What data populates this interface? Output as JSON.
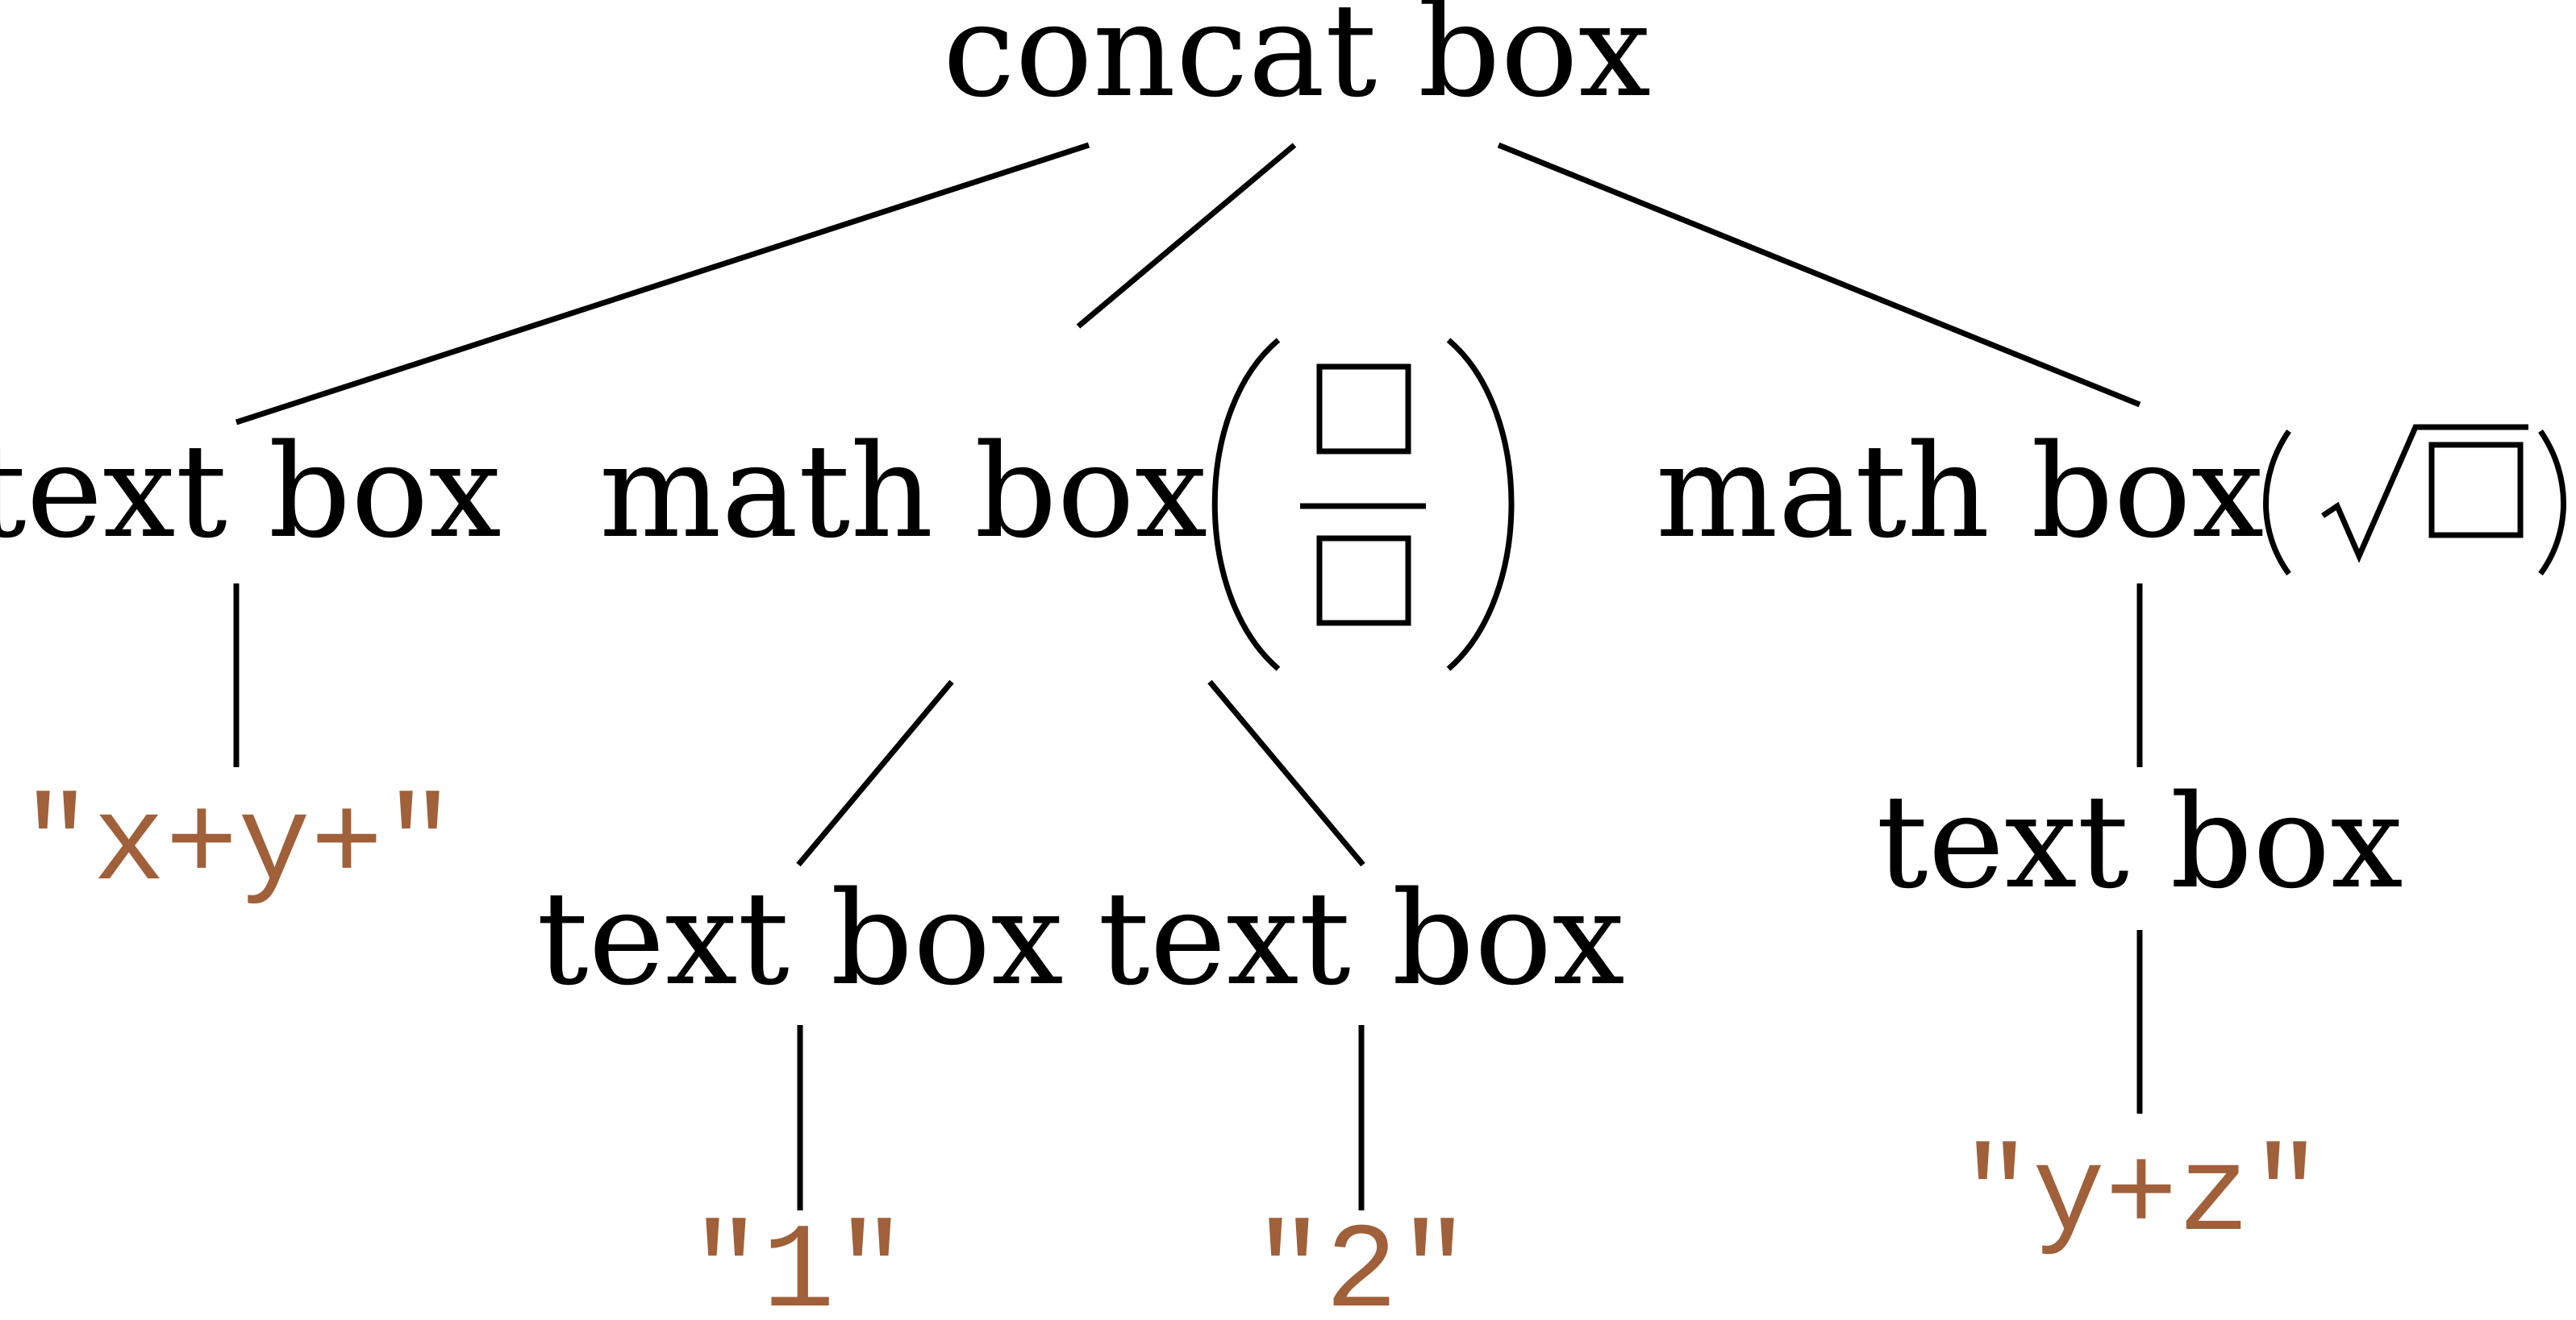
{
  "diagram": {
    "root": {
      "label": "concat box"
    },
    "children": [
      {
        "label": "text box",
        "leaf": "\"x+y+\""
      },
      {
        "label": "math box",
        "icon": "fraction-icon",
        "children": [
          {
            "label": "text box",
            "leaf": "\"1\""
          },
          {
            "label": "text box",
            "leaf": "\"2\""
          }
        ]
      },
      {
        "label": "math box",
        "icon": "square-root-icon",
        "children": [
          {
            "label": "text box",
            "leaf": "\"y+z\""
          }
        ]
      }
    ]
  },
  "colors": {
    "node_text": "#000000",
    "leaf_text": "#a0603a",
    "edge": "#000000"
  }
}
